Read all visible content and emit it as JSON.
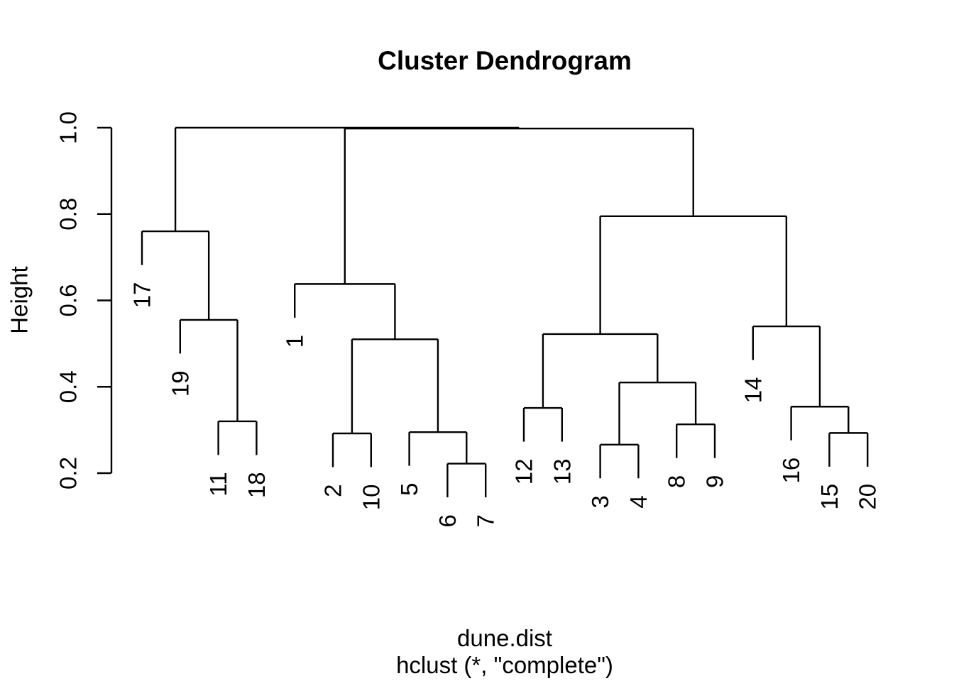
{
  "colors": {
    "line": "#000000",
    "text": "#000000",
    "background": "#ffffff"
  },
  "chart_data": {
    "type": "dendrogram",
    "title": "Cluster Dendrogram",
    "ylabel": "Height",
    "xlabel_lines": [
      "dune.dist",
      "hclust (*, \"complete\")"
    ],
    "ylim": [
      0.2,
      1.0
    ],
    "grid": false,
    "y_ticks": [
      {
        "value": 1.0,
        "label": "1.0"
      },
      {
        "value": 0.8,
        "label": "0.8"
      },
      {
        "value": 0.6,
        "label": "0.6"
      },
      {
        "value": 0.4,
        "label": "0.4"
      },
      {
        "value": 0.2,
        "label": "0.2"
      }
    ],
    "hang": 0.078,
    "leaf_order": [
      "17",
      "19",
      "11",
      "18",
      "1",
      "2",
      "10",
      "5",
      "6",
      "7",
      "12",
      "13",
      "3",
      "4",
      "8",
      "9",
      "14",
      "16",
      "15",
      "20"
    ],
    "tree": {
      "height": 1.0,
      "children": [
        {
          "height": 0.76,
          "children": [
            {
              "leaf": "17"
            },
            {
              "height": 0.555,
              "children": [
                {
                  "leaf": "19"
                },
                {
                  "height": 0.32,
                  "children": [
                    {
                      "leaf": "11"
                    },
                    {
                      "leaf": "18"
                    }
                  ]
                }
              ]
            }
          ]
        },
        {
          "height": 0.998,
          "children": [
            {
              "height": 0.638,
              "children": [
                {
                  "leaf": "1"
                },
                {
                  "height": 0.51,
                  "children": [
                    {
                      "height": 0.292,
                      "children": [
                        {
                          "leaf": "2"
                        },
                        {
                          "leaf": "10"
                        }
                      ]
                    },
                    {
                      "height": 0.295,
                      "children": [
                        {
                          "leaf": "5"
                        },
                        {
                          "height": 0.222,
                          "children": [
                            {
                              "leaf": "6"
                            },
                            {
                              "leaf": "7"
                            }
                          ]
                        }
                      ]
                    }
                  ]
                }
              ]
            },
            {
              "height": 0.795,
              "children": [
                {
                  "height": 0.522,
                  "children": [
                    {
                      "height": 0.351,
                      "children": [
                        {
                          "leaf": "12"
                        },
                        {
                          "leaf": "13"
                        }
                      ]
                    },
                    {
                      "height": 0.41,
                      "children": [
                        {
                          "height": 0.266,
                          "children": [
                            {
                              "leaf": "3"
                            },
                            {
                              "leaf": "4"
                            }
                          ]
                        },
                        {
                          "height": 0.313,
                          "children": [
                            {
                              "leaf": "8"
                            },
                            {
                              "leaf": "9"
                            }
                          ]
                        }
                      ]
                    }
                  ]
                },
                {
                  "height": 0.54,
                  "children": [
                    {
                      "leaf": "14"
                    },
                    {
                      "height": 0.354,
                      "children": [
                        {
                          "leaf": "16"
                        },
                        {
                          "height": 0.293,
                          "children": [
                            {
                              "leaf": "15"
                            },
                            {
                              "leaf": "20"
                            }
                          ]
                        }
                      ]
                    }
                  ]
                }
              ]
            }
          ]
        }
      ]
    }
  }
}
